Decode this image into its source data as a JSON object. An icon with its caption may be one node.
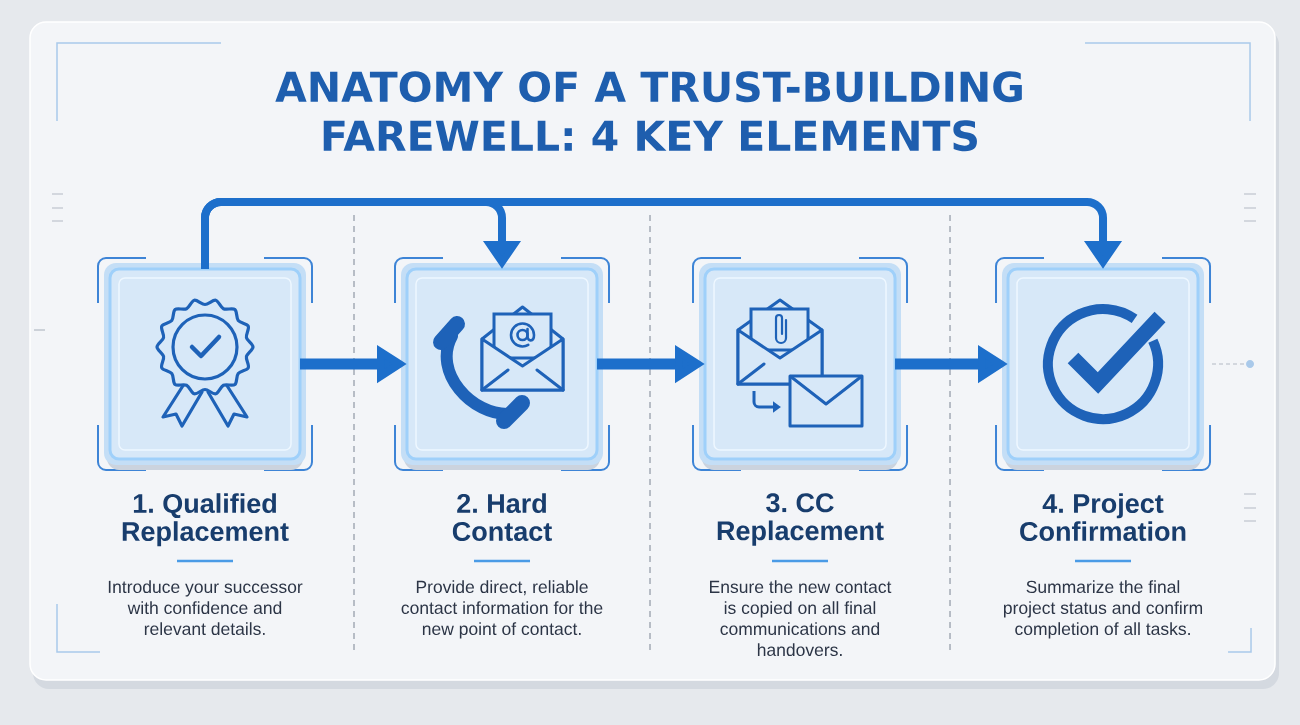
{
  "diagram": {
    "title": "ANATOMY OF A TRUST-BUILDING FAREWELL: 4 KEY ELEMENTS",
    "nodes": [
      {
        "text": [
          "1. Qualified Replacement",
          "Introduce your successor with confidence and relevant details."
        ]
      },
      {
        "text": [
          "2. Hard Contact",
          "Provide direct, reliable contact information for the new point of contact."
        ]
      },
      {
        "text": [
          "3. CC Replacement",
          "Ensure the new contact is copied on all final communications and handovers."
        ]
      },
      {
        "text": [
          "4. Project Confirmation",
          "Summarize the final project status and confirm completion of all tasks."
        ]
      }
    ],
    "edges": [
      {
        "from": 0,
        "to": 1,
        "arrow": "to"
      },
      {
        "from": 1,
        "to": 2,
        "arrow": "to"
      },
      {
        "from": 2,
        "to": 3,
        "arrow": "to"
      },
      {
        "from": 0,
        "to": 1,
        "arrow": "to"
      },
      {
        "from": 0,
        "to": 3,
        "arrow": "to"
      }
    ]
  }
}
